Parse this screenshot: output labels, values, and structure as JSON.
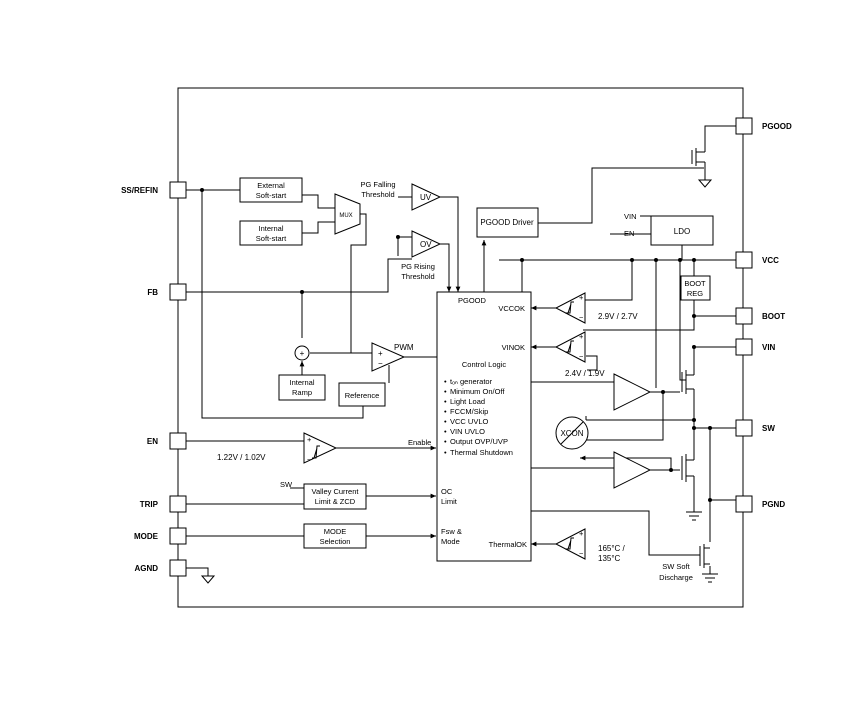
{
  "pins_left": {
    "ss_refin": "SS/REFIN",
    "fb": "FB",
    "en": "EN",
    "trip": "TRIP",
    "mode": "MODE",
    "agnd": "AGND"
  },
  "pins_right": {
    "pgood": "PGOOD",
    "vcc": "VCC",
    "boot": "BOOT",
    "vin": "VIN",
    "sw": "SW",
    "pgnd": "PGND"
  },
  "blocks": {
    "ext_ss": [
      "External",
      "Soft-start"
    ],
    "int_ss": [
      "Internal",
      "Soft-start"
    ],
    "mux": "MUX",
    "pg_falling": [
      "PG Falling",
      "Threshold"
    ],
    "pg_rising": [
      "PG Rising",
      "Threshold"
    ],
    "uv": "UV",
    "ov": "OV",
    "pgood_driver": "PGOOD Driver",
    "ldo": "LDO",
    "ldo_vin": "VIN",
    "ldo_en": "EN",
    "boot_reg": [
      "BOOT",
      "REG"
    ],
    "internal_ramp": [
      "Internal",
      "Ramp"
    ],
    "reference": "Reference",
    "pwm": "PWM",
    "sum_sign": "+",
    "valley": [
      "Valley Current",
      "Limit & ZCD"
    ],
    "valley_sw": "SW",
    "mode_sel": [
      "MODE",
      "Selection"
    ],
    "en_threshold": "1.22V / 1.02V",
    "vcc_threshold": "2.9V / 2.7V",
    "vin_threshold": "2.4V / 1.9V",
    "thermal_threshold": [
      "165°C /",
      "135°C"
    ],
    "xcon": "XCON",
    "sw_soft": [
      "SW Soft",
      "Discharge"
    ]
  },
  "control": {
    "title": "Control Logic",
    "top_label": "PGOOD",
    "vccok": "VCCOK",
    "vinok": "VINOK",
    "thermalok": "ThermalOK",
    "enable": "Enable",
    "oc": [
      "OC",
      "Limit"
    ],
    "fsw": [
      "Fsw &",
      "Mode"
    ],
    "features": [
      "tₒₙ generator",
      "Minimum On/Off",
      "Light Load",
      "FCCM/Skip",
      "VCC UVLO",
      "VIN UVLO",
      "Output OVP/UVP",
      "Thermal Shutdown"
    ]
  }
}
